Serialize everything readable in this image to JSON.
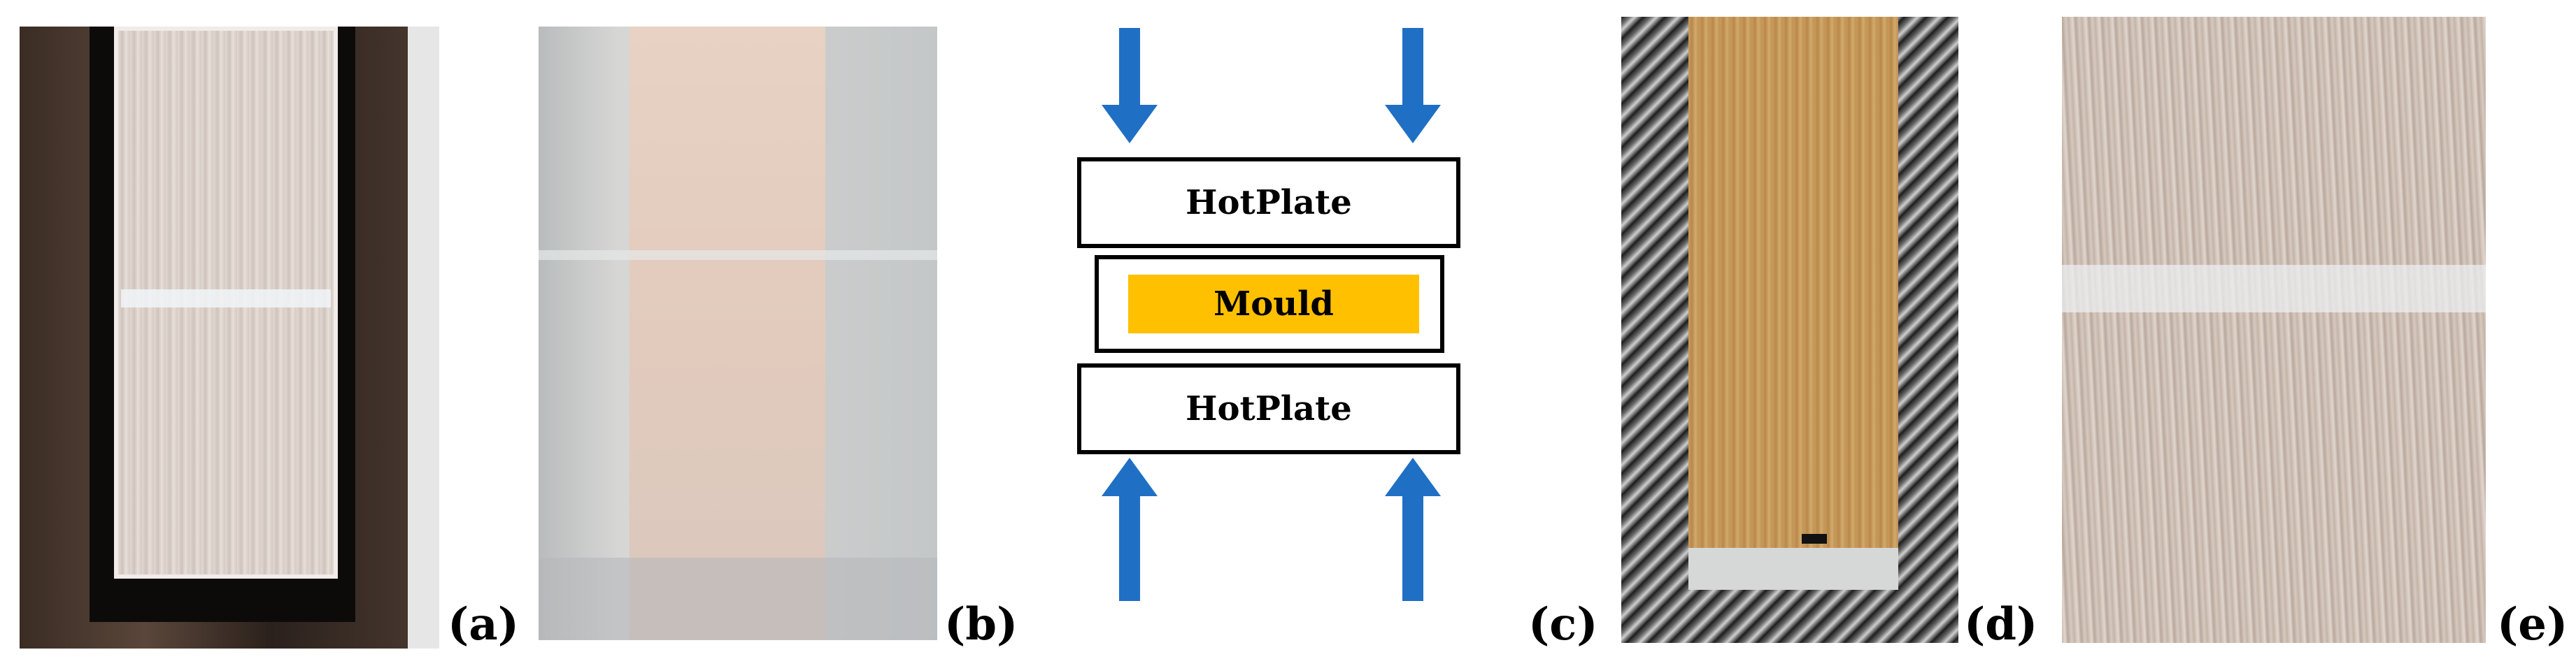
{
  "figure": {
    "panel_labels": {
      "a": "(a)",
      "b": "(b)",
      "c": "(c)",
      "d": "(d)",
      "e": "(e)"
    },
    "diagram": {
      "top_plate": "HotPlate",
      "mould": "Mould",
      "bottom_plate": "HotPlate",
      "colors": {
        "arrow": "#1f6fc5",
        "mould_fill": "#ffc000",
        "plate_border": "#000000"
      },
      "arrow_direction_top": "down",
      "arrow_direction_bottom": "up"
    },
    "photos": {
      "a": "specimen-photo",
      "b": "specimen-photo",
      "d": "specimen-photo",
      "e": "fibre-closeup-photo"
    }
  }
}
